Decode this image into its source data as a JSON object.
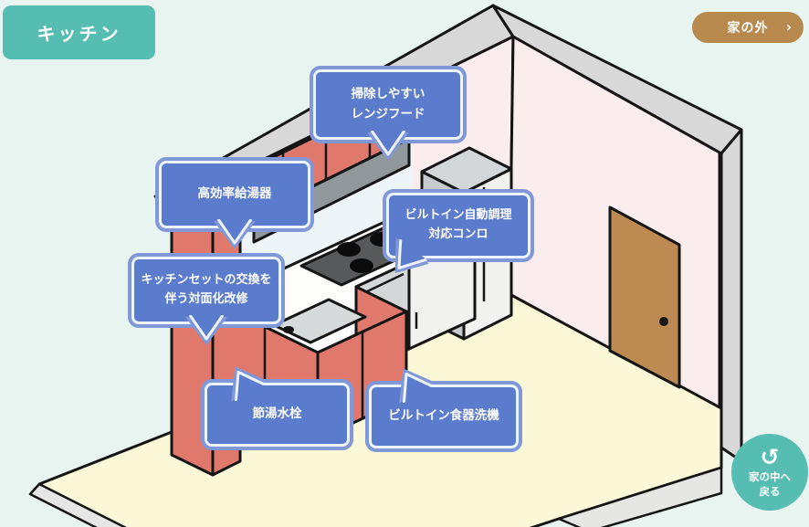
{
  "badge": {
    "label": "キッチン"
  },
  "outside_button": {
    "label": "家の外",
    "chevron": "›"
  },
  "return_button": {
    "line1": "家の中へ",
    "line2": "戻る"
  },
  "callouts": [
    {
      "id": "range-hood",
      "line1": "掃除しやすい",
      "line2": "レンジフード"
    },
    {
      "id": "water-heater",
      "line1": "高効率給湯器",
      "line2": ""
    },
    {
      "id": "stove",
      "line1": "ビルトイン自動調理",
      "line2": "対応コンロ"
    },
    {
      "id": "kitchen-set",
      "line1": "キッチンセットの交換を",
      "line2": "伴う対面化改修"
    },
    {
      "id": "faucet",
      "line1": "節湯水栓",
      "line2": ""
    },
    {
      "id": "dishwasher",
      "line1": "ビルトイン食器洗機",
      "line2": ""
    }
  ],
  "colors": {
    "background": "#e7f4f0",
    "teal": "#56bdb2",
    "brown": "#b8894d",
    "callout_blue": "#5b7bcd",
    "callout_border": "#eef4fc",
    "callout_ring": "#8097d8",
    "wall_pink": "#fbecee",
    "floor_yellow": "#fbf8d8",
    "cabinet_red": "#e0796c",
    "door_brown": "#bd8a52"
  }
}
